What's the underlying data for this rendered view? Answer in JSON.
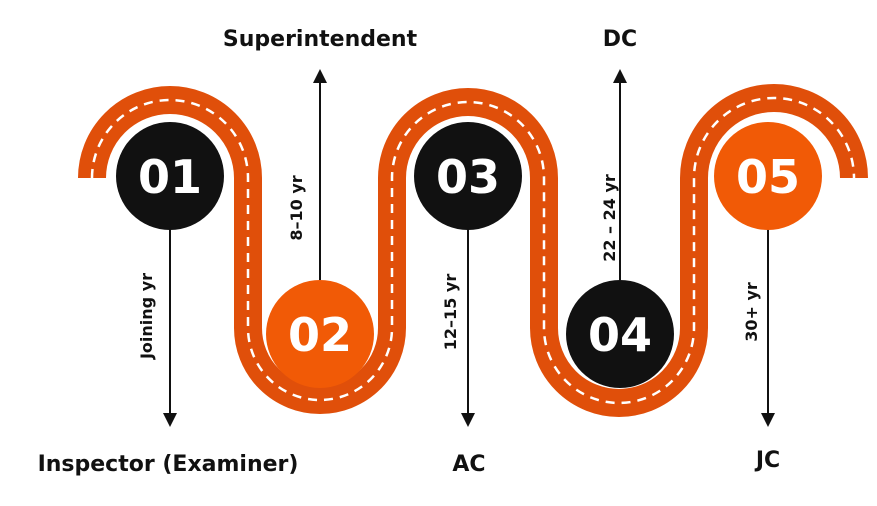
{
  "colors": {
    "road": "#e04f0a",
    "road_dash": "#ffffff",
    "orange_circle": "#f15a06",
    "black_circle": "#111111",
    "line": "#111111",
    "text": "#111111"
  },
  "steps": [
    {
      "number": "01",
      "circle_color": "black",
      "duration": "Joining yr",
      "rank": "Inspector (Examiner)",
      "arrow": "down"
    },
    {
      "number": "02",
      "circle_color": "orange",
      "duration": "8–10 yr",
      "rank": "Superintendent",
      "arrow": "up"
    },
    {
      "number": "03",
      "circle_color": "black",
      "duration": "12–15 yr",
      "rank": "AC",
      "arrow": "down"
    },
    {
      "number": "04",
      "circle_color": "black",
      "duration": "22 – 24 yr",
      "rank": "DC",
      "arrow": "up"
    },
    {
      "number": "05",
      "circle_color": "orange",
      "duration": "30+ yr",
      "rank": "JC",
      "arrow": "down"
    }
  ]
}
